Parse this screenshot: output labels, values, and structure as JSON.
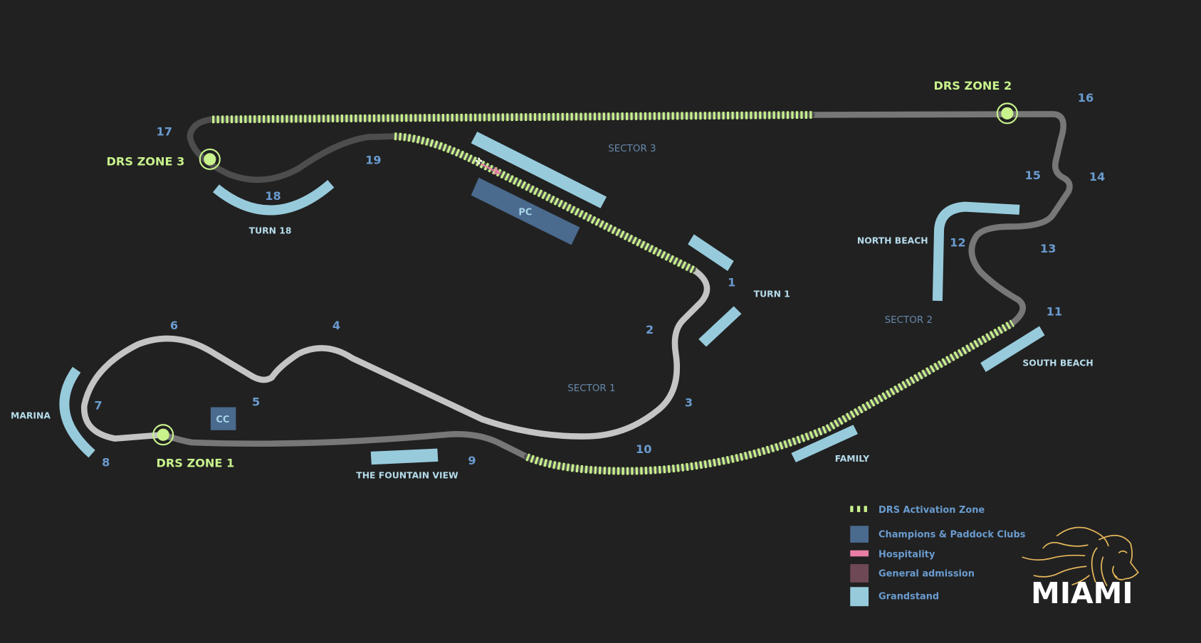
{
  "colors": {
    "background": "#212121",
    "drs": "#c8f28c",
    "club": "#4a6a8e",
    "hospitality": "#e87ea6",
    "general_admission": "#6e4855",
    "grandstand": "#97cbdc",
    "logo_gold": "#e6b75a"
  },
  "turns": [
    "1",
    "2",
    "3",
    "4",
    "5",
    "6",
    "7",
    "8",
    "9",
    "10",
    "11",
    "12",
    "13",
    "14",
    "15",
    "16",
    "17",
    "18",
    "19"
  ],
  "drs_zones": [
    "DRS ZONE 1",
    "DRS ZONE 2",
    "DRS ZONE 3"
  ],
  "sectors": [
    "SECTOR 1",
    "SECTOR 2",
    "SECTOR 3"
  ],
  "grandstands": {
    "turn18": "TURN 18",
    "turn1": "TURN 1",
    "north_beach": "NORTH BEACH",
    "south_beach": "SOUTH BEACH",
    "family": "FAMILY",
    "fountain": "THE FOUNTAIN VIEW",
    "marina": "MARINA"
  },
  "boxes": {
    "pc": "PC",
    "cc": "CC"
  },
  "legend": [
    {
      "label": "DRS Activation Zone",
      "icon": "dashed-green"
    },
    {
      "label": "Champions & Paddock Clubs",
      "icon": "square-dark-blue"
    },
    {
      "label": "Hospitality",
      "icon": "pink-bar"
    },
    {
      "label": "General admission",
      "icon": "square-maroon"
    },
    {
      "label": "Grandstand",
      "icon": "square-light-blue"
    }
  ],
  "logo": {
    "text": "MIAMI"
  }
}
